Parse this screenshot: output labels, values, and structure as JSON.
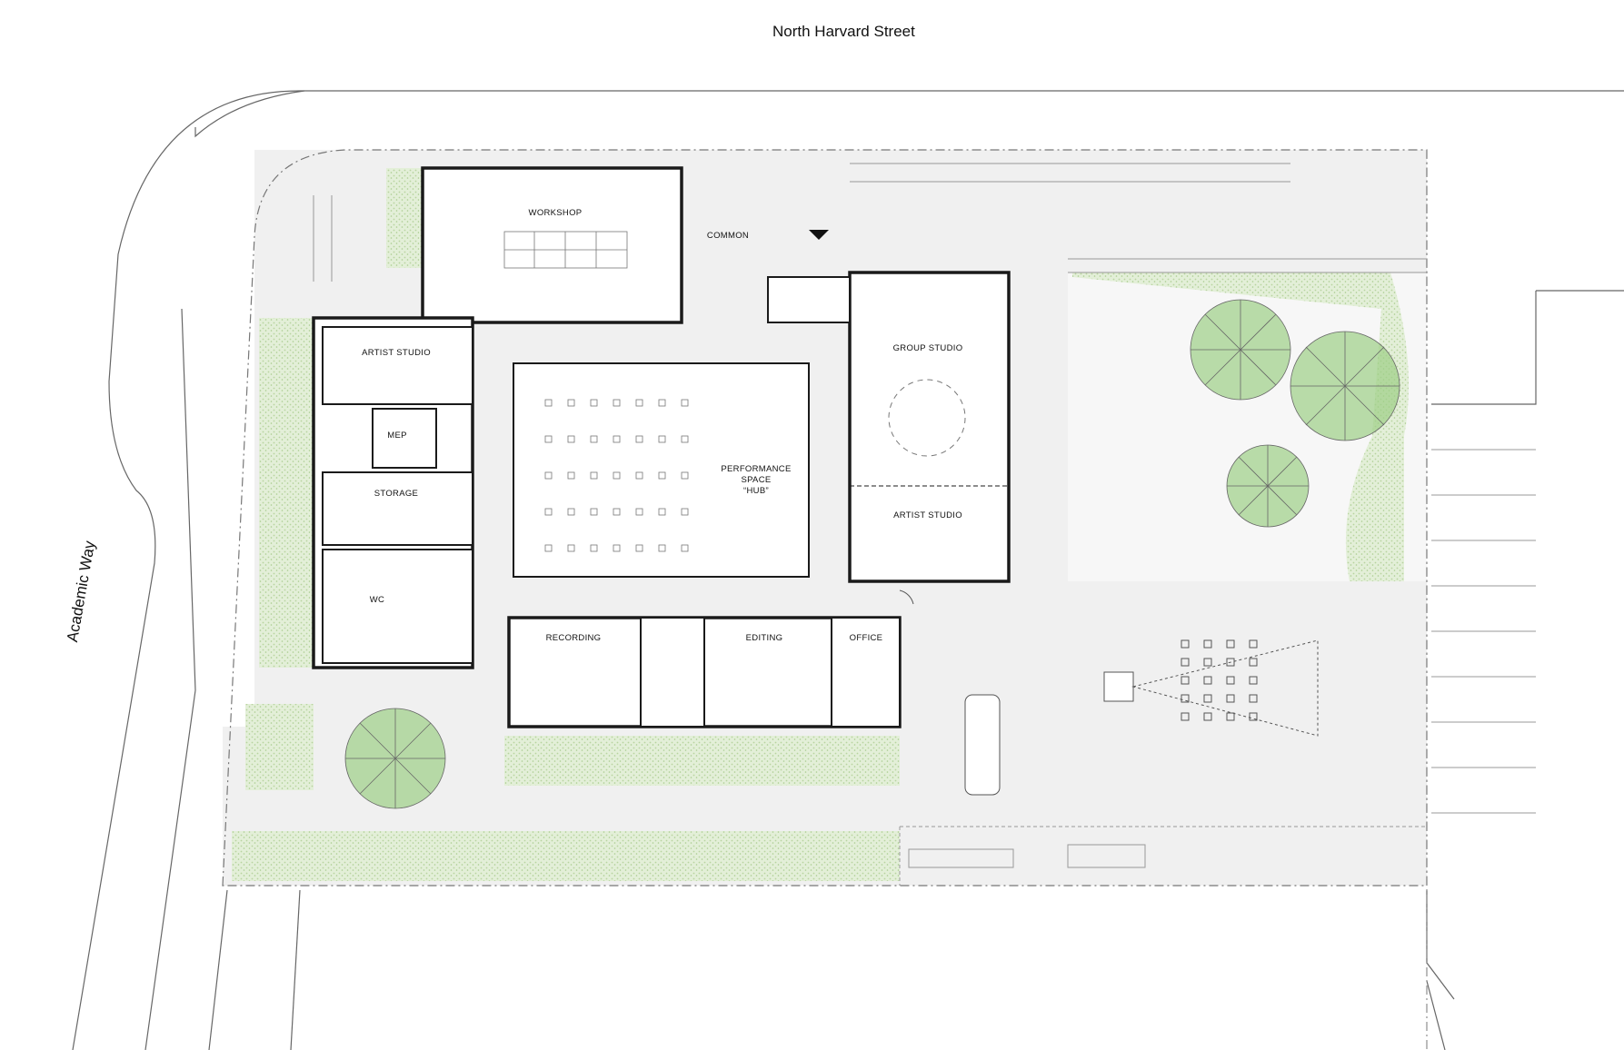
{
  "streets": {
    "north": "North Harvard Street",
    "west": "Academic Way"
  },
  "rooms": {
    "workshop": "WORKSHOP",
    "common": "COMMON",
    "artist_studio_west": "ARTIST STUDIO",
    "mep": "MEP",
    "storage": "STORAGE",
    "wc": "WC",
    "performance": [
      "PERFORMANCE",
      "SPACE",
      "“HUB”"
    ],
    "group_studio": "GROUP STUDIO",
    "artist_studio_east": "ARTIST STUDIO",
    "recording": "RECORDING",
    "editing": "EDITING",
    "office": "OFFICE"
  },
  "icons": [
    "entry-arrow-icon",
    "tree-icon",
    "chair-icon",
    "table-icon",
    "door-swing-icon",
    "van-icon",
    "screen-icon"
  ],
  "colors": {
    "paving": "#efefef",
    "vegetation": "#cfe3bd",
    "tree": "#9ccf86",
    "wall": "#1a1a1a",
    "line": "#555555"
  }
}
